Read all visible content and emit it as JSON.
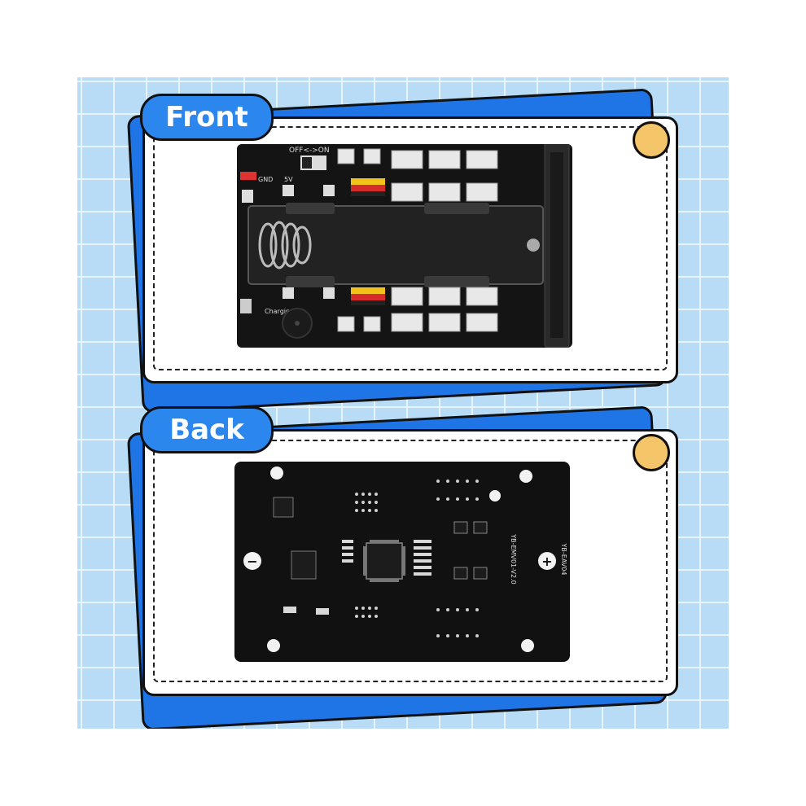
{
  "panels": [
    {
      "label": "Front"
    },
    {
      "label": "Back"
    }
  ],
  "front_board": {
    "switch_label": "OFF<->ON",
    "labels": [
      "GND",
      "5V",
      "Charging"
    ]
  },
  "back_board": {
    "version_label": "YB-EMV01-V2.0",
    "model_label": "YB-EAV04",
    "polarity_minus": "−",
    "polarity_plus": "+"
  },
  "colors": {
    "grid_background": "#b8dcf6",
    "card_shadow": "#1f74e6",
    "label_pill": "#2b86ee",
    "dot": "#f5c56a",
    "pcb": "#111111"
  }
}
